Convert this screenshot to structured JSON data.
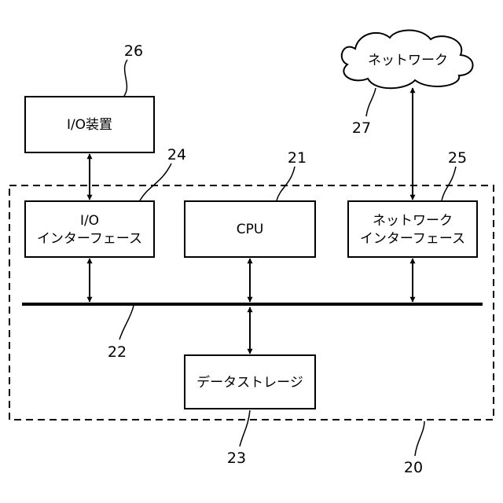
{
  "diagram": {
    "boxes": {
      "io_device": "I/O装置",
      "io_interface_line1": "I/O",
      "io_interface_line2": "インターフェース",
      "cpu": "CPU",
      "network_interface_line1": "ネットワーク",
      "network_interface_line2": "インターフェース",
      "data_storage": "データストレージ"
    },
    "cloud": {
      "label": "ネットワーク"
    },
    "refs": {
      "system": "20",
      "cpu": "21",
      "bus": "22",
      "storage": "23",
      "io_interface": "24",
      "network_interface": "25",
      "io_device": "26",
      "network": "27"
    }
  }
}
